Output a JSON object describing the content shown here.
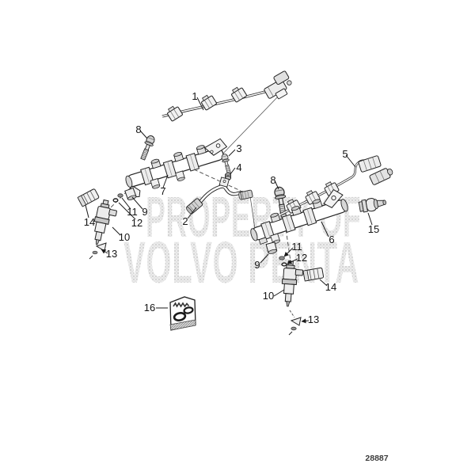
{
  "colors": {
    "background": "#ffffff",
    "line_art": "#222222",
    "callout_label": "#141414",
    "watermark": "#c4c4c4",
    "figure_number": "#3c3c3c"
  },
  "watermark": {
    "line1": "PROPERTY OF",
    "line2": "VOLVO PENTA"
  },
  "figure_number": "28887",
  "callouts": [
    "1",
    "8",
    "3",
    "4",
    "5",
    "8",
    "7",
    "2",
    "6",
    "15",
    "14",
    "11",
    "9",
    "12",
    "10",
    "13",
    "9",
    "11",
    "12",
    "10",
    "14",
    "13",
    "16"
  ]
}
